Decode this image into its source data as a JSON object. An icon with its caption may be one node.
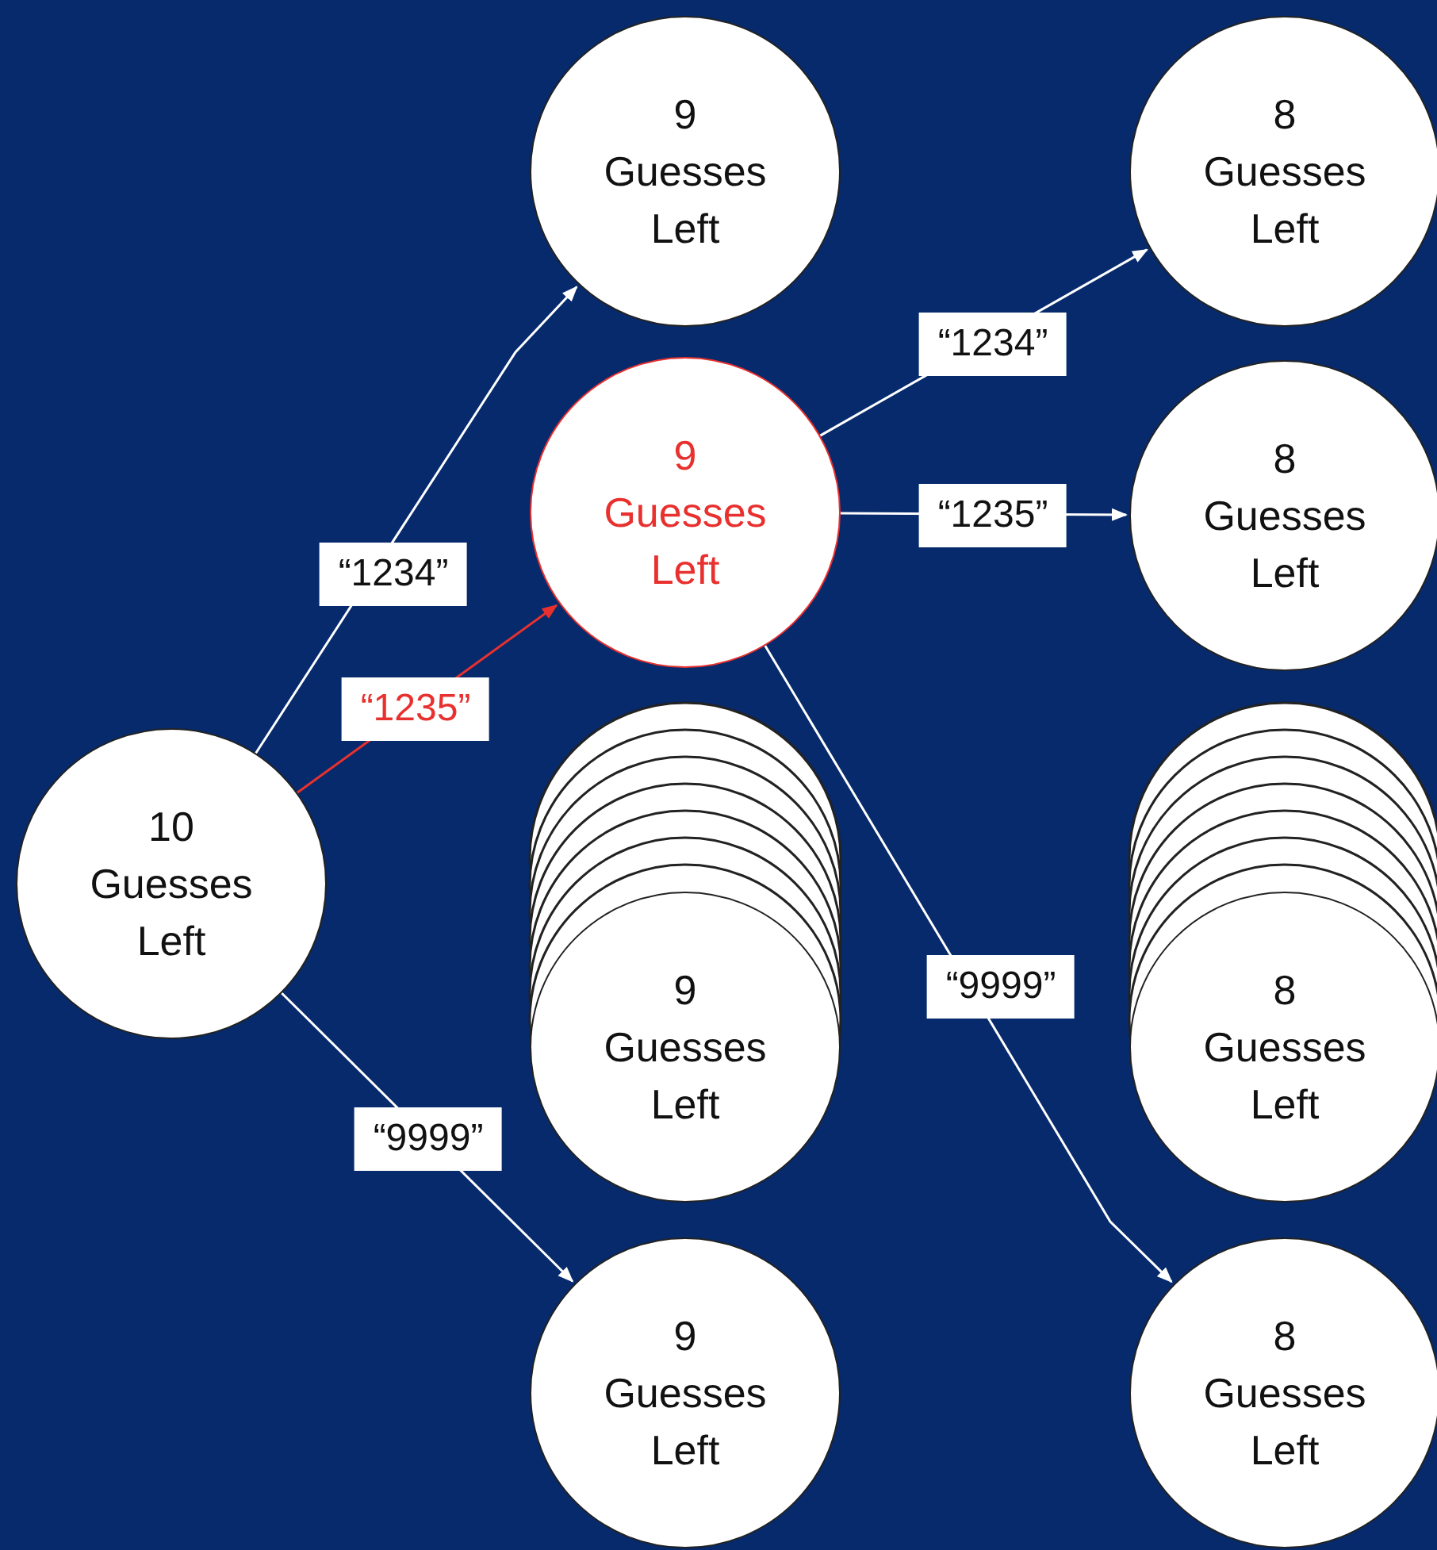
{
  "diagram": {
    "nodes": [
      {
        "text": [
          "10 Guesses Left"
        ]
      },
      {
        "text": [
          "9 Guesses Left"
        ]
      },
      {
        "text": [
          "9 Guesses Left"
        ]
      },
      {
        "text": [
          "9 Guesses Left"
        ]
      },
      {
        "text": [
          "9 Guesses Left"
        ]
      },
      {
        "text": [
          "8 Guesses Left"
        ]
      },
      {
        "text": [
          "8 Guesses Left"
        ]
      },
      {
        "text": [
          "8 Guesses Left"
        ]
      },
      {
        "text": [
          "8 Guesses Left"
        ]
      }
    ],
    "edges": [
      {
        "from": 0,
        "to": 1,
        "arrow": "to",
        "label": "“1234”"
      },
      {
        "from": 0,
        "to": 2,
        "arrow": "to",
        "label": "“1235”",
        "color": "#e8312f"
      },
      {
        "from": 0,
        "to": 4,
        "arrow": "to",
        "label": "“9999”"
      },
      {
        "from": 2,
        "to": 5,
        "arrow": "to",
        "label": "“1234”"
      },
      {
        "from": 2,
        "to": 6,
        "arrow": "to",
        "label": "“1235”"
      },
      {
        "from": 2,
        "to": 8,
        "arrow": "to",
        "label": "“9999”"
      }
    ]
  }
}
